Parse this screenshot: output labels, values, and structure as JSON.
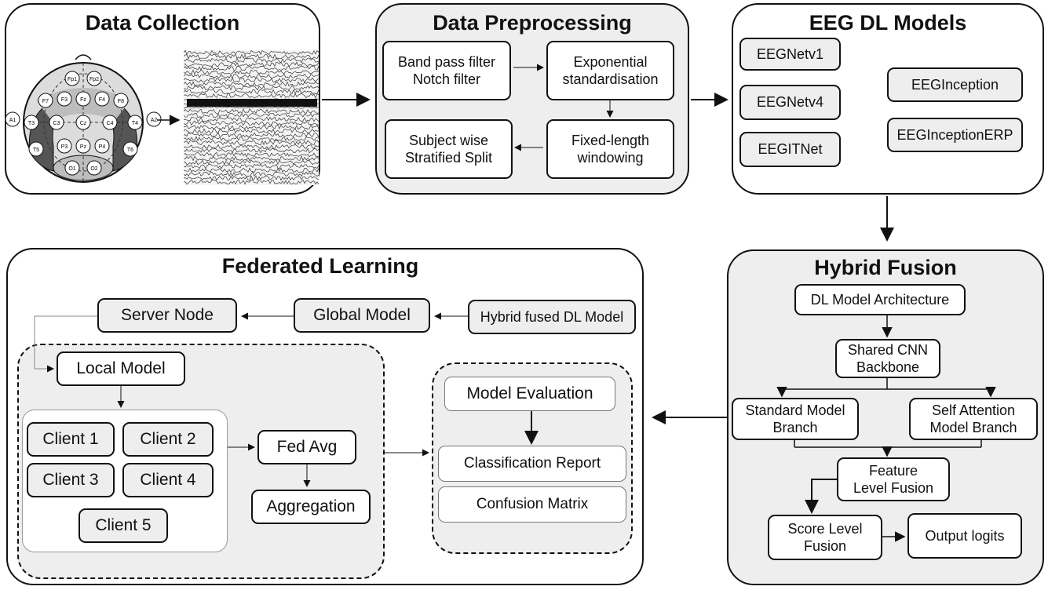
{
  "panels": {
    "collection": "Data Collection",
    "preprocessing": "Data Preprocessing",
    "eeg_models": "EEG DL Models",
    "federated": "Federated Learning",
    "fusion": "Hybrid Fusion"
  },
  "electrodes": [
    "Fp1",
    "Fp2",
    "F7",
    "F3",
    "Fz",
    "F4",
    "F8",
    "A1",
    "T3",
    "C3",
    "Cz",
    "C4",
    "T4",
    "A2",
    "T5",
    "P3",
    "Pz",
    "P4",
    "T6",
    "O1",
    "O2"
  ],
  "preprocessing": {
    "filter": "Band pass filter\nNotch filter",
    "standardisation": "Exponential\nstandardisation",
    "windowing": "Fixed-length\nwindowing",
    "split": "Subject wise\nStratified Split"
  },
  "models": [
    "EEGNetv1",
    "EEGNetv4",
    "EEGITNet",
    "EEGInception",
    "EEGInceptionERP"
  ],
  "fusion": {
    "architecture": "DL Model Architecture",
    "backbone": "Shared CNN\nBackbone",
    "standard_branch": "Standard Model\nBranch",
    "attention_branch": "Self Attention\nModel Branch",
    "feature_fusion": "Feature\nLevel Fusion",
    "score_fusion": "Score Level\nFusion",
    "output": "Output logits"
  },
  "federated": {
    "server": "Server Node",
    "global": "Global Model",
    "hybrid": "Hybrid fused DL Model",
    "local": "Local Model",
    "clients": [
      "Client 1",
      "Client 2",
      "Client 3",
      "Client 4",
      "Client 5"
    ],
    "fedavg": "Fed Avg",
    "aggregation": "Aggregation",
    "evaluation": "Model Evaluation",
    "report": "Classification Report",
    "confusion": "Confusion Matrix"
  }
}
